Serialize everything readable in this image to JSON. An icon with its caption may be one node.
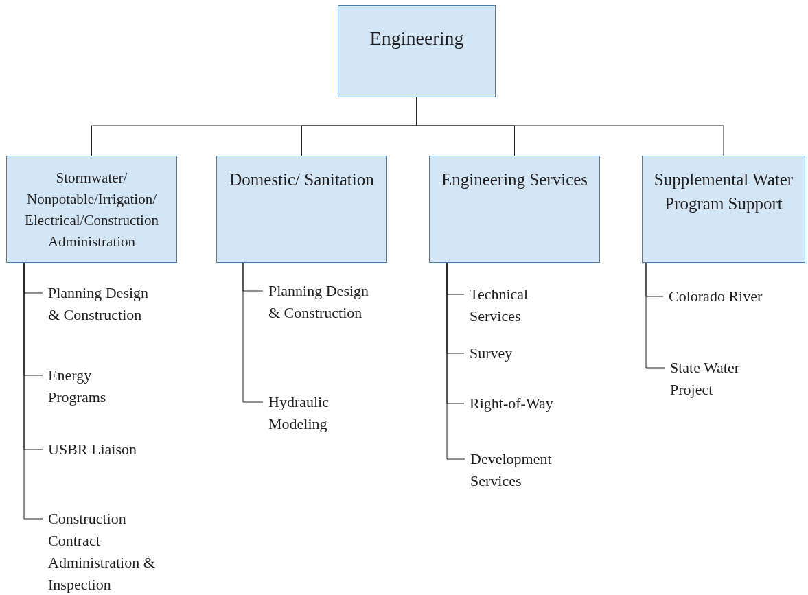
{
  "diagram": {
    "nodes": [
      {
        "text": [
          "Engineering"
        ]
      },
      {
        "text": [
          "Stormwater/ Nonpotable/Irrigation/ Electrical/Construction Administration"
        ]
      },
      {
        "text": [
          "Domestic/ Sanitation"
        ]
      },
      {
        "text": [
          "Engineering Services"
        ]
      },
      {
        "text": [
          "Supplemental Water Program Support"
        ]
      },
      {
        "text": [
          "Planning Design & Construction"
        ]
      },
      {
        "text": [
          "Energy Programs"
        ]
      },
      {
        "text": [
          "USBR Liaison"
        ]
      },
      {
        "text": [
          "Construction Contract Administration & Inspection"
        ]
      },
      {
        "text": [
          "Planning Design & Construction"
        ]
      },
      {
        "text": [
          "Hydraulic Modeling"
        ]
      },
      {
        "text": [
          "Technical Services"
        ]
      },
      {
        "text": [
          "Survey"
        ]
      },
      {
        "text": [
          "Right-of-Way"
        ]
      },
      {
        "text": [
          "Development Services"
        ]
      },
      {
        "text": [
          "Colorado River"
        ]
      },
      {
        "text": [
          "State Water Project"
        ]
      }
    ],
    "edges": [
      {
        "from": 0,
        "to": 1,
        "arrow": "none"
      },
      {
        "from": 0,
        "to": 2,
        "arrow": "none"
      },
      {
        "from": 0,
        "to": 3,
        "arrow": "none"
      },
      {
        "from": 0,
        "to": 4,
        "arrow": "none"
      },
      {
        "from": 1,
        "to": 5,
        "arrow": "none"
      },
      {
        "from": 1,
        "to": 6,
        "arrow": "none"
      },
      {
        "from": 1,
        "to": 7,
        "arrow": "none"
      },
      {
        "from": 1,
        "to": 8,
        "arrow": "none"
      },
      {
        "from": 2,
        "to": 9,
        "arrow": "none"
      },
      {
        "from": 2,
        "to": 10,
        "arrow": "none"
      },
      {
        "from": 3,
        "to": 11,
        "arrow": "none"
      },
      {
        "from": 3,
        "to": 12,
        "arrow": "none"
      },
      {
        "from": 3,
        "to": 13,
        "arrow": "none"
      },
      {
        "from": 3,
        "to": 14,
        "arrow": "none"
      },
      {
        "from": 4,
        "to": 15,
        "arrow": "none"
      },
      {
        "from": 4,
        "to": 16,
        "arrow": "none"
      }
    ]
  }
}
